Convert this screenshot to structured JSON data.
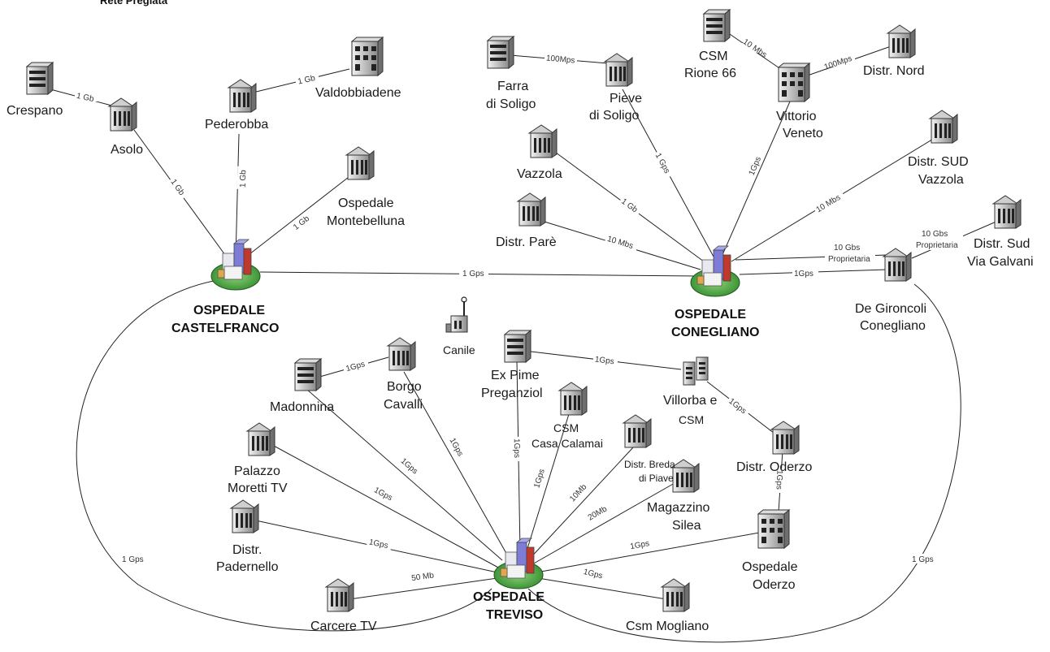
{
  "title": "Rete Pregiata",
  "hospitals": {
    "castelfranco": [
      "OSPEDALE",
      "CASTELFRANCO"
    ],
    "conegliano": [
      "OSPEDALE",
      "CONEGLIANO"
    ],
    "treviso": [
      "OSPEDALE",
      "TREVISO"
    ]
  },
  "nodes": {
    "crespano": [
      "Crespano"
    ],
    "asolo": [
      "Asolo"
    ],
    "pederobba": [
      "Pederobba"
    ],
    "valdobbiadene": [
      "Valdobbiadene"
    ],
    "montebelluna": [
      "Ospedale",
      "Montebelluna"
    ],
    "farra": [
      "Farra",
      "di Soligo"
    ],
    "pieve": [
      "Pieve",
      "di Soligo"
    ],
    "csm_rione": [
      "CSM",
      "Rione 66"
    ],
    "vittorio": [
      "Vittorio",
      "Veneto"
    ],
    "distr_nord": [
      "Distr. Nord"
    ],
    "vazzola": [
      "Vazzola"
    ],
    "distr_sud_vazzola": [
      "Distr. SUD",
      "Vazzola"
    ],
    "distr_pare": [
      "Distr. Parè"
    ],
    "distr_sud_galvani": [
      "Distr. Sud",
      "Via Galvani"
    ],
    "de_gironcoli": [
      "De Gironcoli",
      "Conegliano"
    ],
    "canile": [
      "Canile"
    ],
    "madonnina": [
      "Madonnina"
    ],
    "borgo_cavalli": [
      "Borgo",
      "Cavalli"
    ],
    "ex_pime": [
      "Ex Pime",
      "Preganziol"
    ],
    "csm_calamai": [
      "CSM",
      "Casa Calamai"
    ],
    "villorba": [
      "Villorba e",
      "CSM"
    ],
    "distr_breda": [
      "Distr. Breda",
      "di Piave"
    ],
    "distr_oderzo": [
      "Distr. Oderzo"
    ],
    "palazzo_moretti": [
      "Palazzo",
      "Moretti TV"
    ],
    "magazzino_silea": [
      "Magazzino",
      "Silea"
    ],
    "distr_padernello": [
      "Distr.",
      "Padernello"
    ],
    "ospedale_oderzo": [
      "Ospedale",
      "Oderzo"
    ],
    "carcere": [
      "Carcere TV"
    ],
    "csm_mogliano": [
      "Csm Mogliano"
    ]
  },
  "links": {
    "crespano_asolo": "1 Gb",
    "asolo_castelfranco": "1 Gb",
    "pederobba_valdobbiadene": "1 Gb",
    "pederobba_castelfranco": "1 Gb",
    "montebelluna_castelfranco": "1 Gb",
    "castelfranco_conegliano": "1 Gps",
    "farra_pieve": "100Mps",
    "pieve_conegliano": "1 Gps",
    "csm_vittorio": "10 Mbs",
    "vittorio_distr_nord": "100Mps",
    "vittorio_conegliano": "1Gps",
    "vazzola_conegliano": "1 Gb",
    "distr_sud_vazzola_conegliano": "10 Mbs",
    "pare_conegliano": "10 Mbs",
    "conegliano_de_gironcoli": "1Gps",
    "conegliano_de_gironcoli_proprietaria": [
      "10 Gbs",
      "Proprietaria"
    ],
    "de_gironcoli_galvani": [
      "10 Gbs",
      "Proprietaria"
    ],
    "madonnina_borgo": "1Gps",
    "ex_pime_villorba": "1Gps",
    "villorba_oderzo": "1Gps",
    "oderzo_ospedale_oderzo": "1Gps",
    "madonnina_treviso": "1Gps",
    "borgo_treviso": "1Gps",
    "ex_pime_treviso": "1Gps",
    "calamai_treviso": "1Gps",
    "breda_treviso": "10Mb",
    "magazzino_treviso": "20Mb",
    "palazzo_treviso": "1Gps",
    "padernello_treviso": "1Gps",
    "ospedale_oderzo_treviso": "1Gps",
    "carcere_treviso": "50 Mb",
    "mogliano_treviso": "1Gps",
    "loop_left": "1 Gps",
    "loop_right": "1 Gps"
  }
}
